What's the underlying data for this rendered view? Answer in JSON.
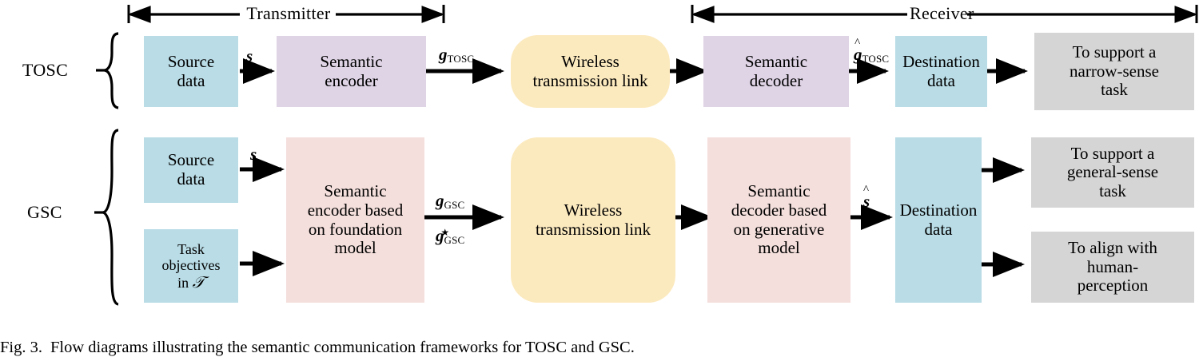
{
  "figure": {
    "caption_label": "Fig. 3.",
    "caption_text": "Flow diagrams illustrating the semantic communication frameworks for TOSC and GSC."
  },
  "colors": {
    "blue": "#b9dce6",
    "purple": "#dfd4e6",
    "pink": "#f4dfdc",
    "gray": "#d5d5d5",
    "cream": "#fceabf",
    "stroke": "#000000",
    "background": "#ffffff"
  },
  "spans": {
    "transmitter": "Transmitter",
    "receiver": "Receiver"
  },
  "rows": [
    {
      "id": "tosc",
      "label": "TOSC",
      "blocks": {
        "source_data": "Source\ndata",
        "semantic_encoder": "Semantic\nencoder",
        "wireless_link": "Wireless\ntransmission link",
        "semantic_decoder": "Semantic\ndecoder",
        "destination_data": "Destination\ndata",
        "outcome_1": "To support a\nnarrow-sense\ntask"
      },
      "signals": {
        "source_to_encoder": {
          "symbol": "s",
          "subscript": "",
          "hat": false,
          "star": false
        },
        "encoder_to_link": {
          "symbol": "g",
          "subscript": "TOSC",
          "hat": false,
          "star": false
        },
        "decoder_to_destination": {
          "symbol": "g",
          "subscript": "TOSC",
          "hat": true,
          "star": false
        }
      }
    },
    {
      "id": "gsc",
      "label": "GSC",
      "blocks": {
        "source_data": "Source\ndata",
        "task_objectives": "Task\nobjectives\nin T",
        "task_objectives_prefix": "Task\nobjectives\nin ",
        "task_objectives_symbol": "𝒯",
        "semantic_encoder": "Semantic\nencoder based\non foundation\nmodel",
        "wireless_link": "Wireless\ntransmission link",
        "semantic_decoder": "Semantic\ndecoder based\non generative\nmodel",
        "destination_data": "Destination\ndata",
        "outcome_1": "To support a\ngeneral-sense\ntask",
        "outcome_2": "To align with\nhuman-\nperception"
      },
      "signals": {
        "source_to_encoder": {
          "symbol": "s",
          "subscript": "",
          "hat": false,
          "star": false
        },
        "encoder_to_link_upper": {
          "symbol": "g",
          "subscript": "GSC",
          "hat": false,
          "star": false
        },
        "encoder_to_link_lower": {
          "symbol": "g",
          "subscript": "GSC",
          "hat": false,
          "star": true
        },
        "decoder_to_destination": {
          "symbol": "s",
          "subscript": "",
          "hat": true,
          "star": false
        }
      }
    }
  ]
}
